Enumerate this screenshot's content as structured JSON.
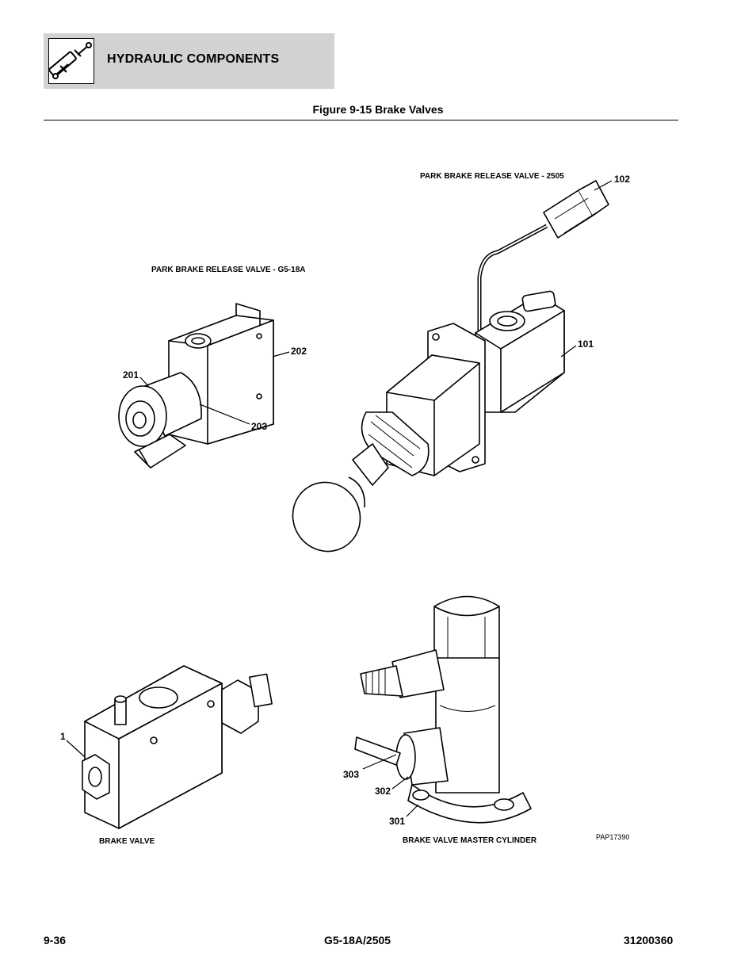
{
  "header": {
    "section_title": "HYDRAULIC COMPONENTS",
    "icon": "hydraulic-cylinder-icon"
  },
  "figure": {
    "title": "Figure 9-15 Brake Valves",
    "labels": {
      "park_brake_2505": "PARK BRAKE RELEASE VALVE - 2505",
      "park_brake_g518a": "PARK BRAKE RELEASE VALVE - G5-18A",
      "brake_valve": "BRAKE VALVE",
      "master_cylinder": "BRAKE VALVE MASTER CYLINDER",
      "drawing_id": "PAP17390"
    },
    "callouts": {
      "c102": "102",
      "c101": "101",
      "c202": "202",
      "c201": "201",
      "c203": "203",
      "c1": "1",
      "c303": "303",
      "c302": "302",
      "c301": "301"
    }
  },
  "footer": {
    "page_number": "9-36",
    "model": "G5-18A/2505",
    "doc_number": "31200360"
  }
}
